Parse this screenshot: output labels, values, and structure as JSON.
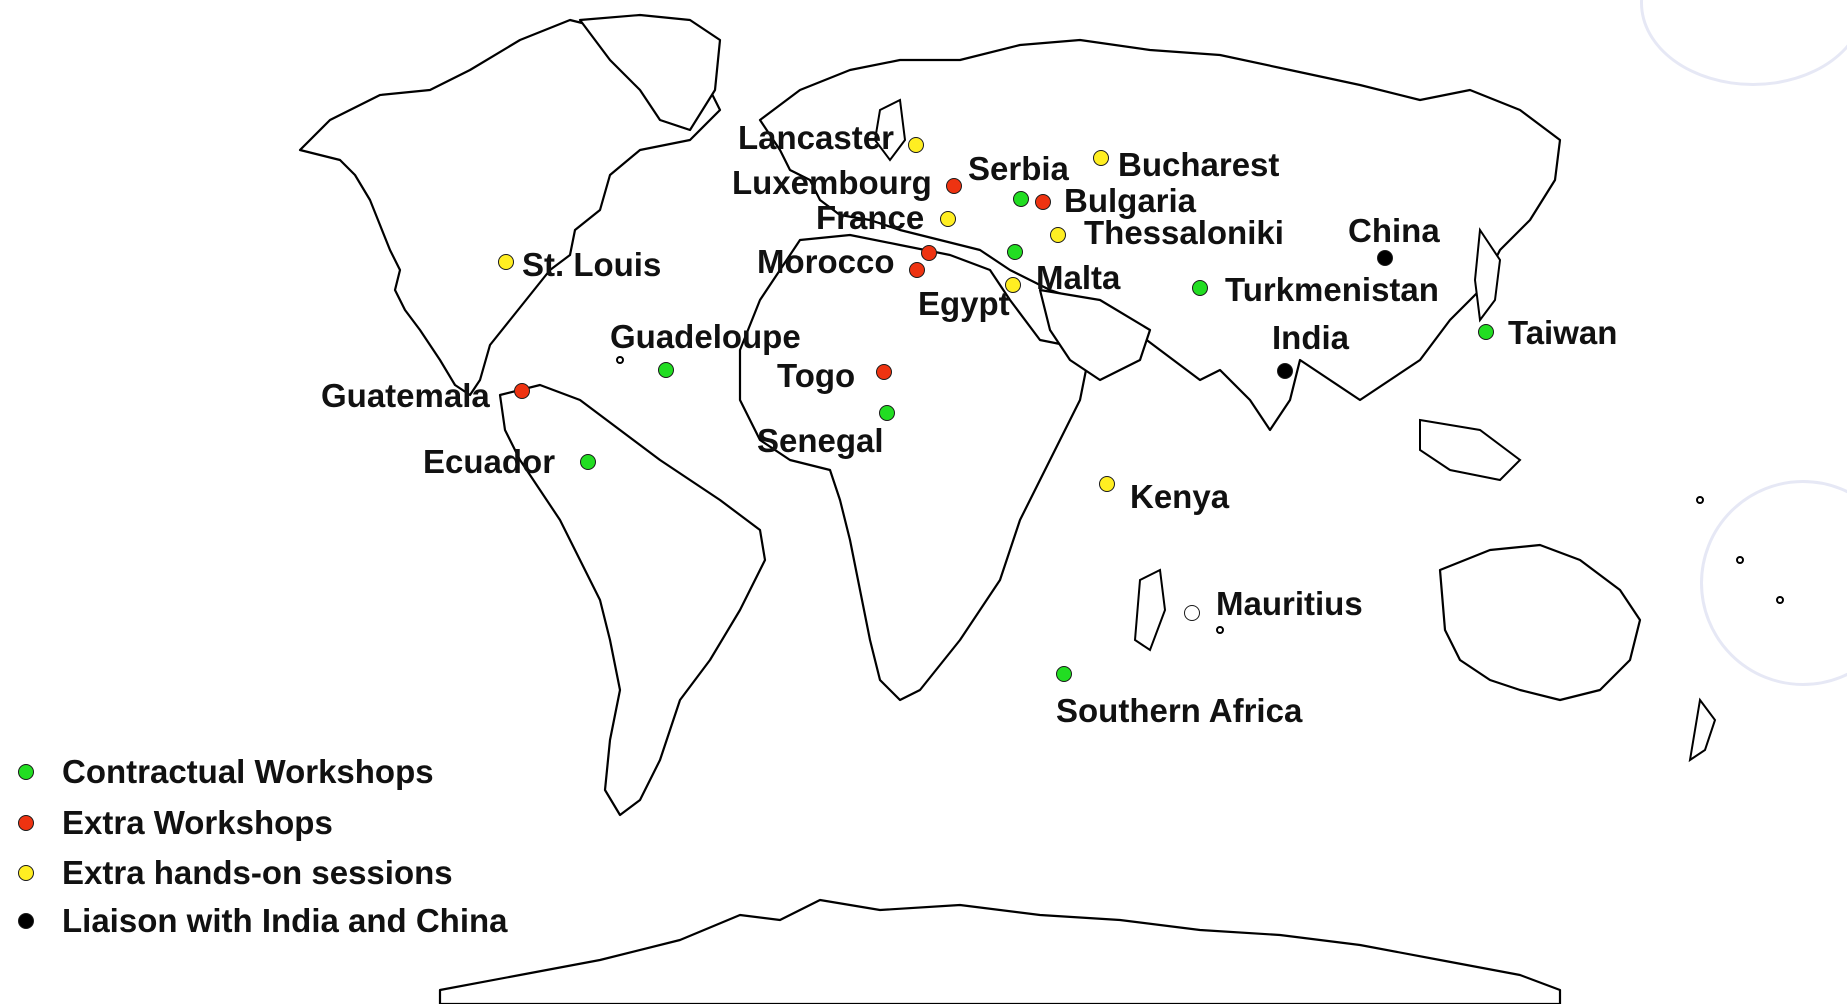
{
  "colors": {
    "contractual": "#22dd22",
    "extra_workshop": "#ee3311",
    "hands_on": "#ffee22",
    "liaison": "#000000",
    "unfilled": "#ffffff"
  },
  "locations": [
    {
      "name": "Lancaster",
      "category": "hands_on"
    },
    {
      "name": "Luxembourg",
      "category": "extra_workshop"
    },
    {
      "name": "Serbia",
      "category": "contractual"
    },
    {
      "name": "Bucharest",
      "category": "hands_on"
    },
    {
      "name": "Bulgaria",
      "category": "extra_workshop"
    },
    {
      "name": "France",
      "category": "hands_on"
    },
    {
      "name": "Thessaloniki",
      "category": "hands_on"
    },
    {
      "name": "China",
      "category": "liaison"
    },
    {
      "name": "Morocco",
      "category": "extra_workshop"
    },
    {
      "name": "Malta",
      "category": "contractual"
    },
    {
      "name": "Egypt",
      "category": "hands_on"
    },
    {
      "name": "St. Louis",
      "category": "hands_on"
    },
    {
      "name": "Turkmenistan",
      "category": "contractual"
    },
    {
      "name": "India",
      "category": "liaison"
    },
    {
      "name": "Taiwan",
      "category": "contractual"
    },
    {
      "name": "Guadeloupe",
      "category": "contractual"
    },
    {
      "name": "Togo",
      "category": "extra_workshop"
    },
    {
      "name": "Guatemala",
      "category": "extra_workshop"
    },
    {
      "name": "Senegal",
      "category": "contractual"
    },
    {
      "name": "Ecuador",
      "category": "contractual"
    },
    {
      "name": "Kenya",
      "category": "hands_on"
    },
    {
      "name": "Mauritius",
      "category": "unfilled"
    },
    {
      "name": "Southern Africa",
      "category": "contractual"
    }
  ],
  "legend": [
    {
      "label": "Contractual Workshops",
      "category": "contractual"
    },
    {
      "label": "Extra Workshops",
      "category": "extra_workshop"
    },
    {
      "label": "Extra hands-on sessions",
      "category": "hands_on"
    },
    {
      "label": "Liaison with India and China",
      "category": "liaison"
    }
  ]
}
